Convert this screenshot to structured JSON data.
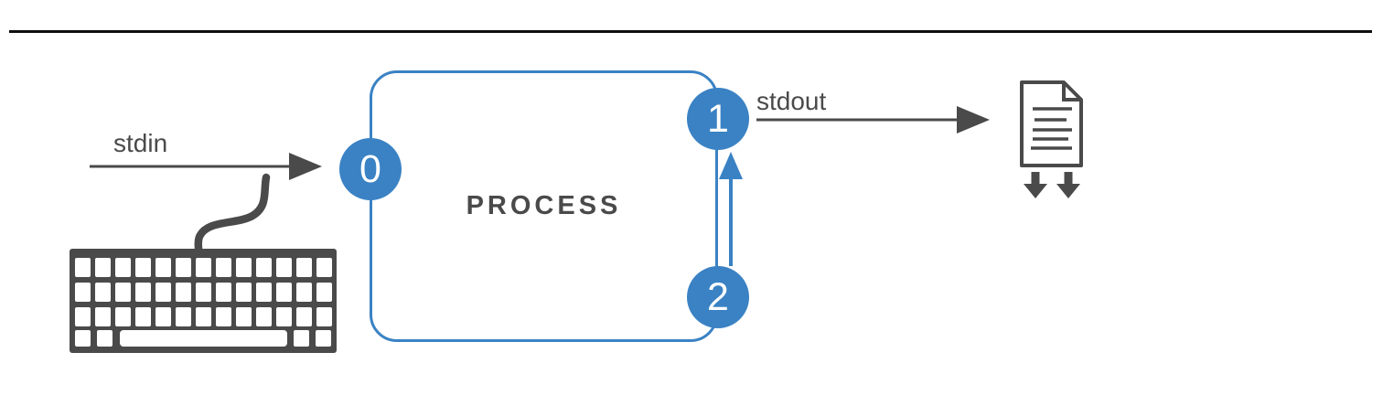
{
  "labels": {
    "stdin": "stdin",
    "stdout": "stdout",
    "process": "PROCESS"
  },
  "file_descriptors": [
    {
      "num": "0"
    },
    {
      "num": "1"
    },
    {
      "num": "2"
    }
  ],
  "colors": {
    "accent_blue": "#3a82c4",
    "dark_gray": "#4a4a4a",
    "divider_black": "#0f0f0f",
    "background": "#ffffff"
  },
  "icons": {
    "keyboard": "keyboard-icon",
    "keyboard_cable": "keyboard-cable",
    "document": "document-file-icon",
    "download": "double-down-arrows-icon",
    "stdin_arrow": "stdin-arrow",
    "stdout_arrow": "stdout-arrow",
    "fd2_to_fd1_arrow": "fd2-to-fd1-arrow"
  }
}
